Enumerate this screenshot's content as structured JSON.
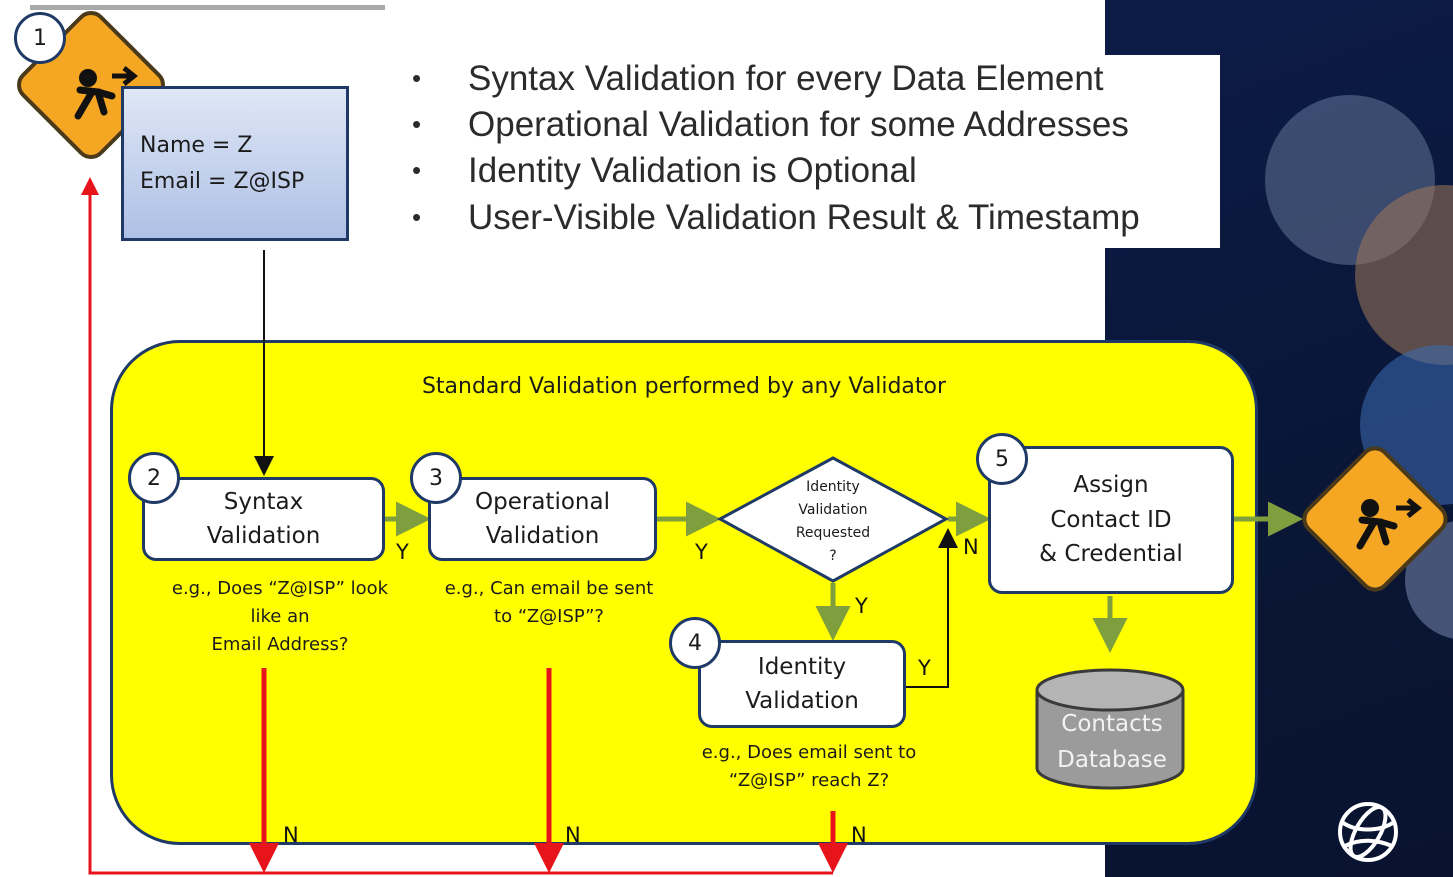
{
  "bullets": [
    "Syntax Validation for every Data Element",
    "Operational Validation for some Addresses",
    "Identity Validation is Optional",
    "User-Visible Validation Result & Timestamp"
  ],
  "input_box": {
    "line1": "Name = Z",
    "line2": "Email = Z@ISP"
  },
  "validation_area": {
    "title": "Standard Validation performed by any Validator"
  },
  "steps": [
    {
      "number": "1"
    },
    {
      "number": "2",
      "label": "Syntax\nValidation",
      "caption": "e.g., Does “Z@ISP” look\nlike an\nEmail Address?"
    },
    {
      "number": "3",
      "label": "Operational\nValidation",
      "caption": "e.g., Can email be sent\nto “Z@ISP”?"
    },
    {
      "number": "4",
      "label": "Identity\nValidation",
      "caption": "e.g., Does email sent to\n“Z@ISP” reach Z?"
    },
    {
      "number": "5",
      "label": "Assign\nContact ID\n& Credential"
    }
  ],
  "decision": {
    "label": "Identity\nValidation\nRequested\n?"
  },
  "database": {
    "label": "Contacts\nDatabase"
  },
  "flow_labels": {
    "yes": "Y",
    "no": "N"
  },
  "icons": [
    "exit-sign-icon",
    "globe-logo-icon"
  ],
  "colors": {
    "highlight": "#ffff00",
    "border": "#1f3a66",
    "reject_line": "#e8141c",
    "accept_arrow": "#7f9f3e",
    "panel": "#0c1c48"
  }
}
